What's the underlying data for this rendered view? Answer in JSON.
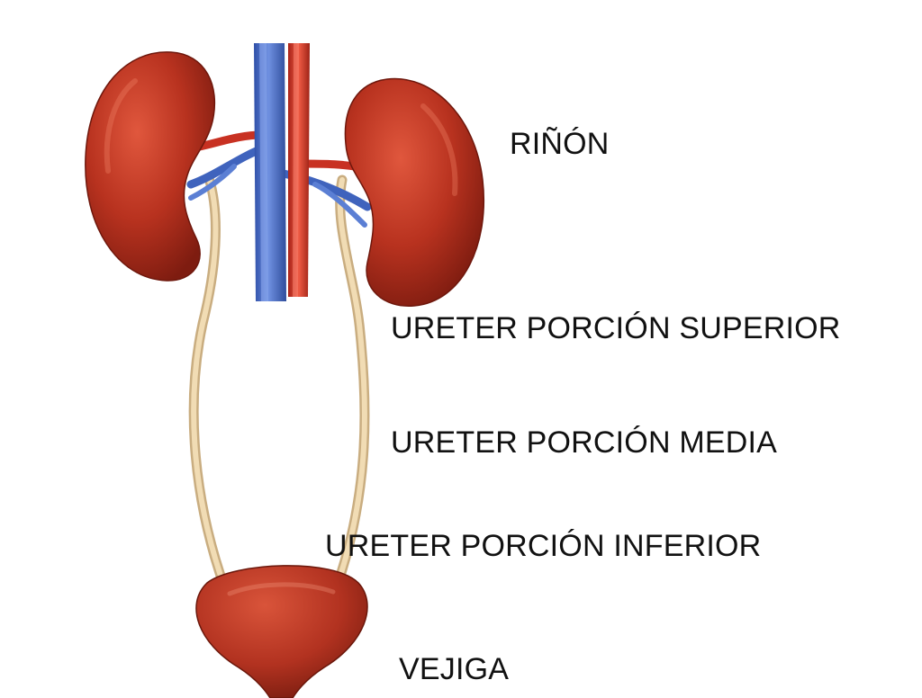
{
  "labels": {
    "kidney": "RIÑÓN",
    "ureter_upper": "URETER PORCIÓN SUPERIOR",
    "ureter_middle": "URETER PORCIÓN MEDIA",
    "ureter_lower": "URETER PORCIÓN INFERIOR",
    "bladder": "VEJIGA"
  },
  "colors": {
    "kidney": "#b8321f",
    "kidney_highlight": "#e0573d",
    "vein": "#4a6fc4",
    "artery": "#d63a2a",
    "ureter": "#e8cfa0",
    "text": "#111111"
  },
  "icons": {
    "left_kidney": "kidney-icon",
    "right_kidney": "kidney-icon",
    "bladder": "bladder-icon"
  }
}
